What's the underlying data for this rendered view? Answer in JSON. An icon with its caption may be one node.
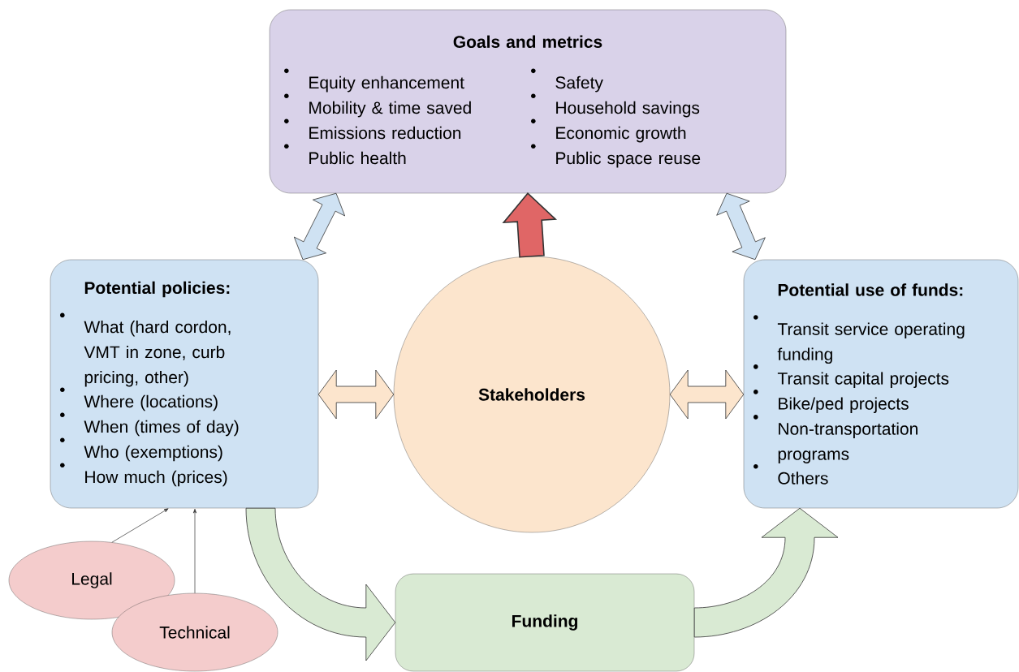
{
  "diagram": {
    "nodes": [
      {
        "text": [
          "Goals and metrics",
          "Equity enhancement",
          "Mobility & time saved",
          "Emissions reduction",
          "Public health",
          "Safety",
          "Household savings",
          "Economic growth",
          "Public space reuse"
        ]
      },
      {
        "text": [
          "Potential policies:",
          "What (hard cordon, VMT in zone, curb pricing, other)",
          "Where (locations)",
          "When (times of day)",
          "Who (exemptions)",
          "How much (prices)"
        ]
      },
      {
        "text": [
          "Stakeholders"
        ]
      },
      {
        "text": [
          "Potential use of funds:",
          "Transit service operating funding",
          "Transit capital projects",
          "Bike/ped projects",
          "Non-transportation programs",
          "Others"
        ]
      },
      {
        "text": [
          "Funding"
        ]
      },
      {
        "text": [
          "Legal"
        ]
      },
      {
        "text": [
          "Technical"
        ]
      }
    ],
    "edges": [
      {
        "from": 1,
        "to": 0,
        "arrow": "both",
        "style": "thick",
        "color": "#cfe2f3"
      },
      {
        "from": 3,
        "to": 0,
        "arrow": "both",
        "style": "thick",
        "color": "#cfe2f3"
      },
      {
        "from": 2,
        "to": 0,
        "arrow": "to",
        "style": "thick",
        "color": "#e06666"
      },
      {
        "from": 2,
        "to": 1,
        "arrow": "both",
        "style": "thick",
        "color": "#fce5cd"
      },
      {
        "from": 2,
        "to": 3,
        "arrow": "both",
        "style": "thick",
        "color": "#fce5cd"
      },
      {
        "from": 1,
        "to": 4,
        "arrow": "to",
        "style": "thick",
        "color": "#d9ead3"
      },
      {
        "from": 4,
        "to": 3,
        "arrow": "to",
        "style": "thick",
        "color": "#d9ead3"
      },
      {
        "from": 5,
        "to": 1,
        "arrow": "to",
        "color": "#333333"
      },
      {
        "from": 6,
        "to": 1,
        "arrow": "to",
        "color": "#333333"
      }
    ]
  }
}
